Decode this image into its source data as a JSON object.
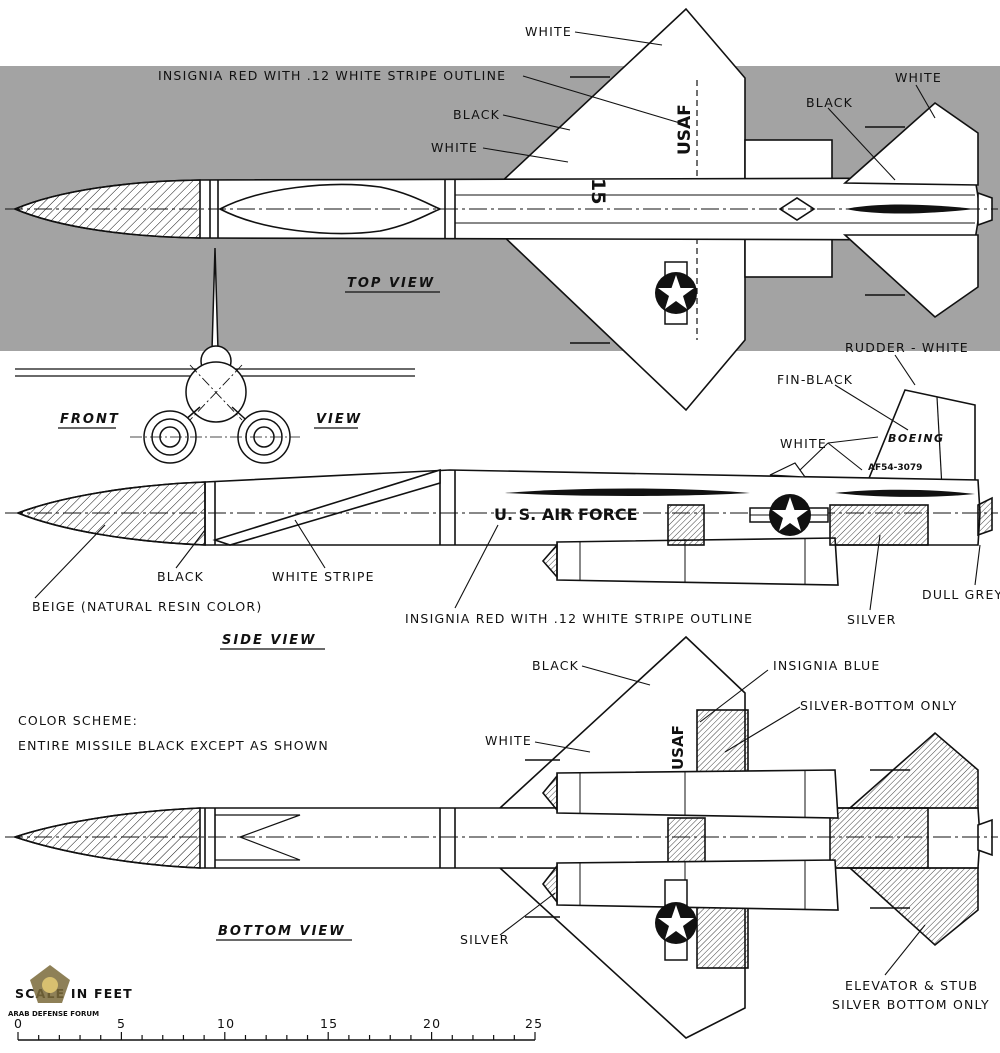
{
  "colors": {
    "background": "#ffffff",
    "panel": "#a3a3a3",
    "line": "#111111",
    "insignia_blue": "#111111"
  },
  "views": {
    "top": "TOP VIEW",
    "front": "FRONT",
    "front_b": "VIEW",
    "side": "SIDE VIEW",
    "bottom": "BOTTOM VIEW"
  },
  "labels": {
    "top_white_wing": "WHITE",
    "top_insignia": "INSIGNIA RED WITH .12 WHITE STRIPE OUTLINE",
    "top_black_wing": "BLACK",
    "top_white_num": "WHITE",
    "top_tail_black": "BLACK",
    "top_tail_white": "WHITE",
    "side_rudder": "RUDDER - WHITE",
    "side_fin": "FIN-BLACK",
    "side_white": "WHITE",
    "side_black": "BLACK",
    "side_white_stripe": "WHITE STRIPE",
    "side_beige": "BEIGE (NATURAL RESIN COLOR)",
    "side_insignia": "INSIGNIA RED WITH .12 WHITE STRIPE OUTLINE",
    "side_silver": "SILVER",
    "side_dull_grey": "DULL GREY",
    "bot_black": "BLACK",
    "bot_insignia_blue": "INSIGNIA BLUE",
    "bot_silver_bottom": "SILVER-BOTTOM ONLY",
    "bot_white": "WHITE",
    "bot_silver": "SILVER",
    "bot_elevator_1": "ELEVATOR & STUB",
    "bot_elevator_2": "SILVER BOTTOM ONLY"
  },
  "color_scheme": {
    "title": "COLOR SCHEME:",
    "text": "ENTIRE MISSILE BLACK EXCEPT AS SHOWN"
  },
  "markings": {
    "usaf": "USAF",
    "number": "15",
    "us_air_force": "U. S. AIR FORCE",
    "boeing": "BOEING",
    "serial": "AF54-3079",
    "usaf_bottom": "USAF"
  },
  "scale": {
    "label": "SCALE IN FEET",
    "ticks": [
      "0",
      "5",
      "10",
      "15",
      "20",
      "25"
    ]
  },
  "watermark": {
    "name": "ARAB DEFENSE FORUM"
  }
}
